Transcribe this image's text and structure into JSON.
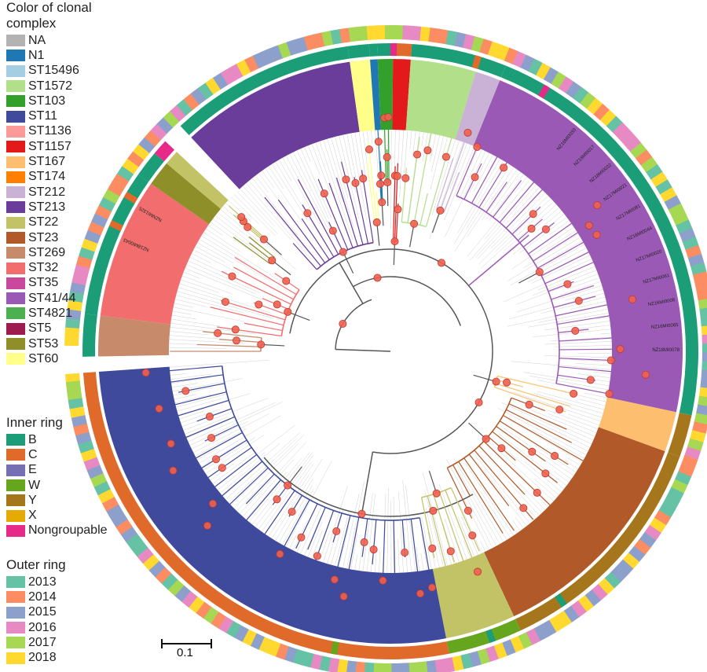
{
  "legend_clonal": {
    "title": "Color of clonal complex",
    "items": [
      {
        "label": "NA",
        "color": "#b3b3b3"
      },
      {
        "label": "N1",
        "color": "#1f78b4"
      },
      {
        "label": "ST15496",
        "color": "#a6cee3"
      },
      {
        "label": "ST1572",
        "color": "#b2df8a"
      },
      {
        "label": "ST103",
        "color": "#33a02c"
      },
      {
        "label": "ST11",
        "color": "#3f4a9c"
      },
      {
        "label": "ST1136",
        "color": "#fb9a99"
      },
      {
        "label": "ST1157",
        "color": "#e31a1c"
      },
      {
        "label": "ST167",
        "color": "#fdbf6f"
      },
      {
        "label": "ST174",
        "color": "#ff7f00"
      },
      {
        "label": "ST212",
        "color": "#cab2d6"
      },
      {
        "label": "ST213",
        "color": "#6a3d9a"
      },
      {
        "label": "ST22",
        "color": "#c2c266"
      },
      {
        "label": "ST23",
        "color": "#b15928"
      },
      {
        "label": "ST269",
        "color": "#c78a6a"
      },
      {
        "label": "ST32",
        "color": "#f26d6d"
      },
      {
        "label": "ST35",
        "color": "#c9489e"
      },
      {
        "label": "ST41/44",
        "color": "#9b59b6"
      },
      {
        "label": "ST4821",
        "color": "#4caf50"
      },
      {
        "label": "ST5",
        "color": "#9e1b4f"
      },
      {
        "label": "ST53",
        "color": "#8f8f2a"
      },
      {
        "label": "ST60",
        "color": "#ffff8a"
      }
    ]
  },
  "legend_inner": {
    "title": "Inner ring",
    "items": [
      {
        "label": "B",
        "color": "#1b9e77"
      },
      {
        "label": "C",
        "color": "#e06a2a"
      },
      {
        "label": "E",
        "color": "#7570b3"
      },
      {
        "label": "W",
        "color": "#66a61e"
      },
      {
        "label": "Y",
        "color": "#a6761d"
      },
      {
        "label": "X",
        "color": "#e6ab02"
      },
      {
        "label": "Nongroupable",
        "color": "#e7298a"
      }
    ]
  },
  "legend_outer": {
    "title": "Outer ring",
    "items": [
      {
        "label": "2013",
        "color": "#66c2a5"
      },
      {
        "label": "2014",
        "color": "#fc8d62"
      },
      {
        "label": "2015",
        "color": "#8da0cb"
      },
      {
        "label": "2016",
        "color": "#e78ac3"
      },
      {
        "label": "2017",
        "color": "#a6d854"
      },
      {
        "label": "2018",
        "color": "#ffd92f"
      }
    ]
  },
  "scale_bar": {
    "label": "0.1",
    "value": 0.1
  },
  "tree": {
    "layout": "circular",
    "clade_sectors": [
      {
        "clade": "ST32",
        "start": -173,
        "end": -145,
        "inner": "B"
      },
      {
        "clade": "ST269",
        "start": -181,
        "end": -173,
        "inner": "B"
      },
      {
        "clade": "ST53",
        "start": -145,
        "end": -140,
        "inner": "B"
      },
      {
        "clade": "ST22",
        "start": -140,
        "end": -137,
        "inner": "Nongroupable"
      },
      {
        "clade": "ST213",
        "start": -133,
        "end": -98,
        "inner": "B"
      },
      {
        "clade": "ST60",
        "start": -98,
        "end": -94,
        "inner": "B"
      },
      {
        "clade": "N1",
        "start": -94,
        "end": -92.5,
        "inner": "B"
      },
      {
        "clade": "ST103",
        "start": -92.5,
        "end": -89.5,
        "inner": "B"
      },
      {
        "clade": "ST1157",
        "start": -89.5,
        "end": -86,
        "inner": "C"
      },
      {
        "clade": "ST1572",
        "start": -86,
        "end": -73,
        "inner": "B"
      },
      {
        "clade": "ST212",
        "start": -73,
        "end": -68,
        "inner": "B"
      },
      {
        "clade": "ST41/44",
        "start": -68,
        "end": 12,
        "inner": "B"
      },
      {
        "clade": "ST167",
        "start": 12,
        "end": 20,
        "inner": "Y"
      },
      {
        "clade": "ST23",
        "start": 20,
        "end": 65,
        "inner": "Y"
      },
      {
        "clade": "ST22",
        "start": 65,
        "end": 79,
        "inner": "W"
      },
      {
        "clade": "ST11",
        "start": 79,
        "end": 176,
        "inner": "C"
      }
    ],
    "taxon_labels": [
      "NZ18MI0043",
      "NZNMI1325",
      "NZ17MI0020",
      "NZ16MI0008",
      "NZ16MI0065",
      "NZ18MI0078",
      "NZ17MI0061",
      "NZ16MI0044",
      "NZ17MI0081",
      "NZ17MI0021",
      "NZ18MI0032",
      "NZ16MI0017",
      "NZ16MI0030"
    ]
  }
}
